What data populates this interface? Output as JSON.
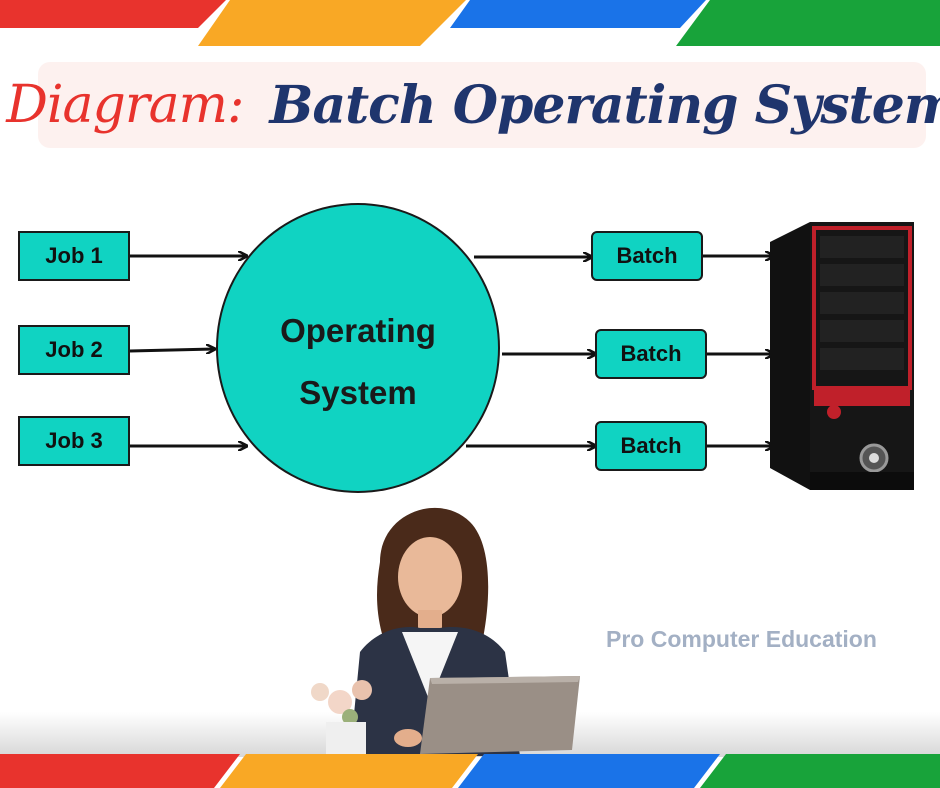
{
  "title": {
    "prefix": "Diagram:",
    "main": "Batch Operating System",
    "prefix_color": "#e8332d",
    "main_color": "#1f356d"
  },
  "diagram": {
    "jobs": [
      "Job 1",
      "Job 2",
      "Job 3"
    ],
    "operating_system": {
      "line1": "Operating",
      "line2": "System"
    },
    "batches": [
      "Batch",
      "Batch",
      "Batch"
    ],
    "node_color": "#10d3c2",
    "computer": "computer-tower-icon"
  },
  "brand": "Pro Computer Education",
  "decor": {
    "band_colors": [
      "#e8332d",
      "#f9a825",
      "#1a73e8",
      "#18a33a"
    ]
  }
}
